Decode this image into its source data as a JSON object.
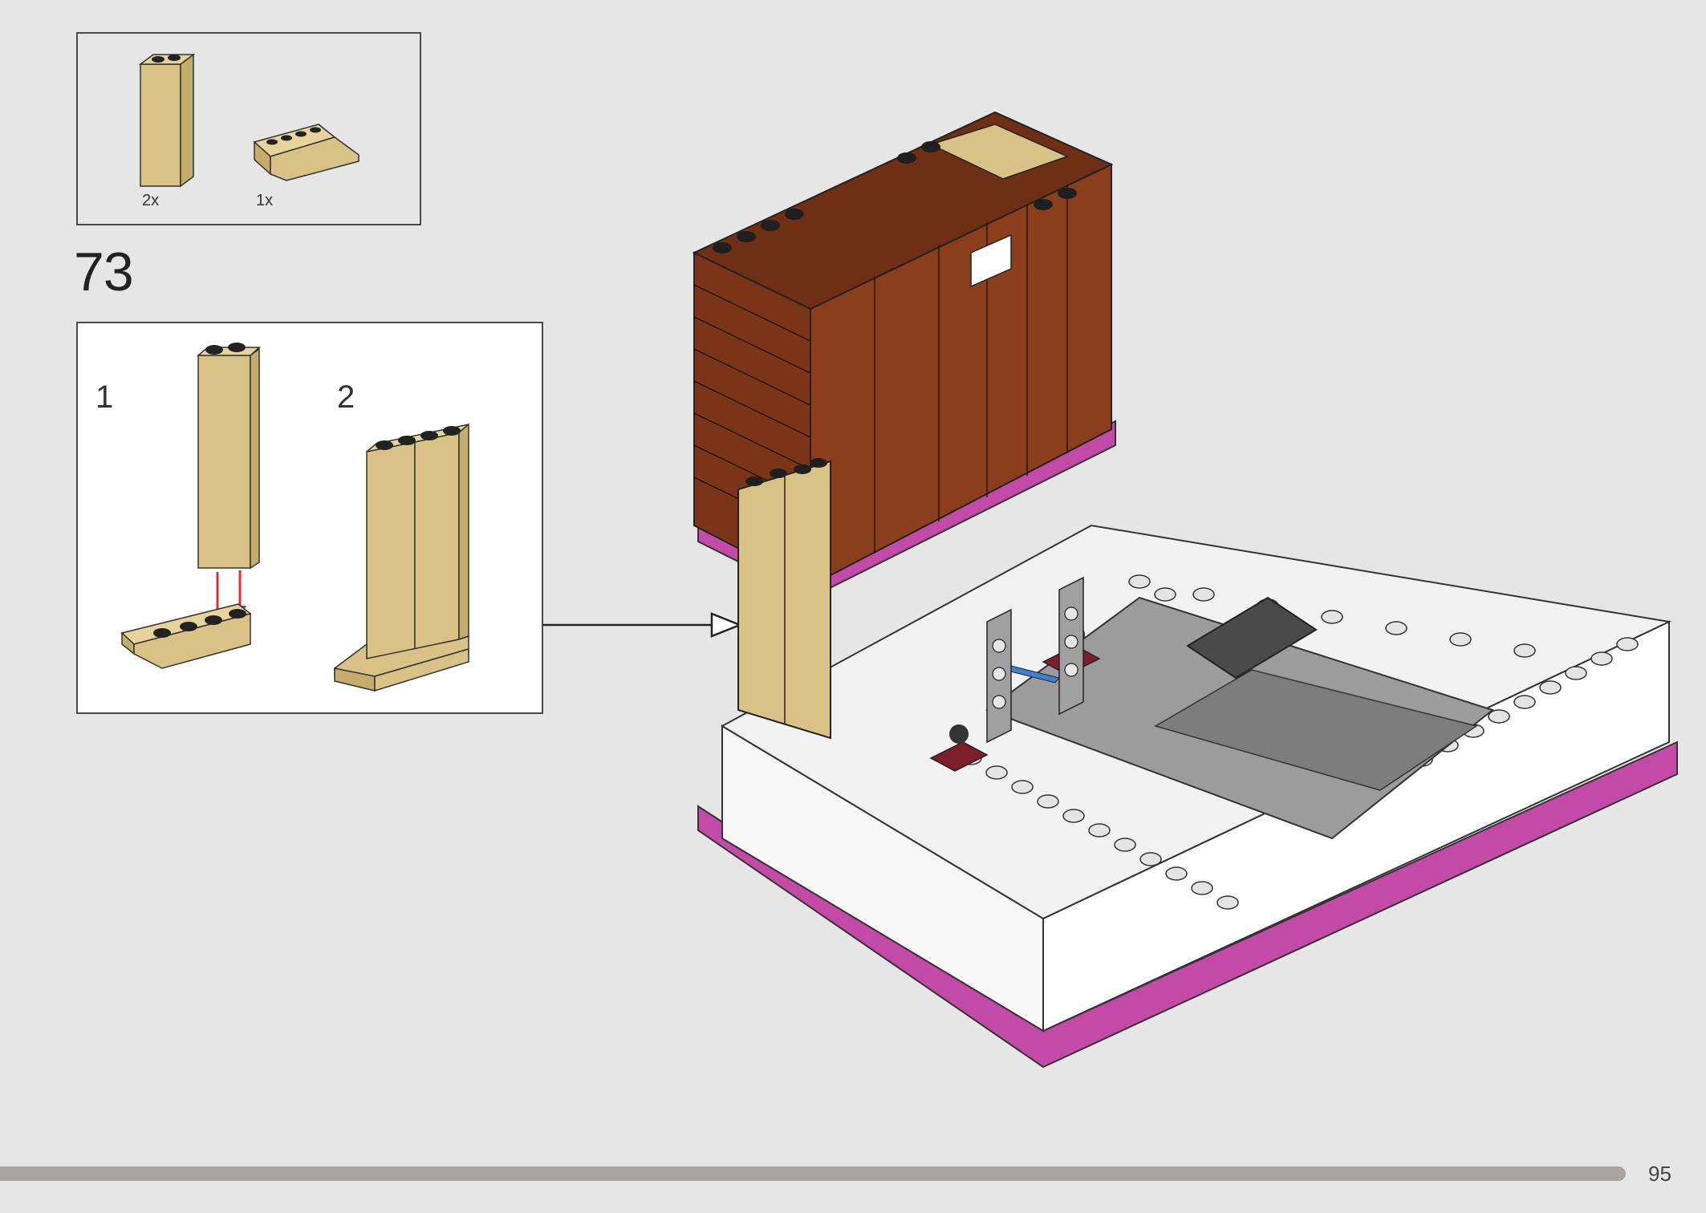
{
  "parts_list": {
    "items": [
      {
        "count": "2x",
        "part": "tan-brick-1x2x3-icon"
      },
      {
        "count": "1x",
        "part": "tan-slope-brick-icon"
      }
    ]
  },
  "step": {
    "number": "73"
  },
  "sub_steps": [
    {
      "label": "1"
    },
    {
      "label": "2"
    }
  ],
  "footer": {
    "page_number": "95",
    "progress": 0.953
  },
  "colors": {
    "tan": "#d8c285",
    "reddish_brown": "#7a3518",
    "magenta": "#c44aa8",
    "white": "#ffffff",
    "gray": "#9c9c9c",
    "dark_red": "#7c1f2a",
    "background": "#e6e6e6"
  }
}
